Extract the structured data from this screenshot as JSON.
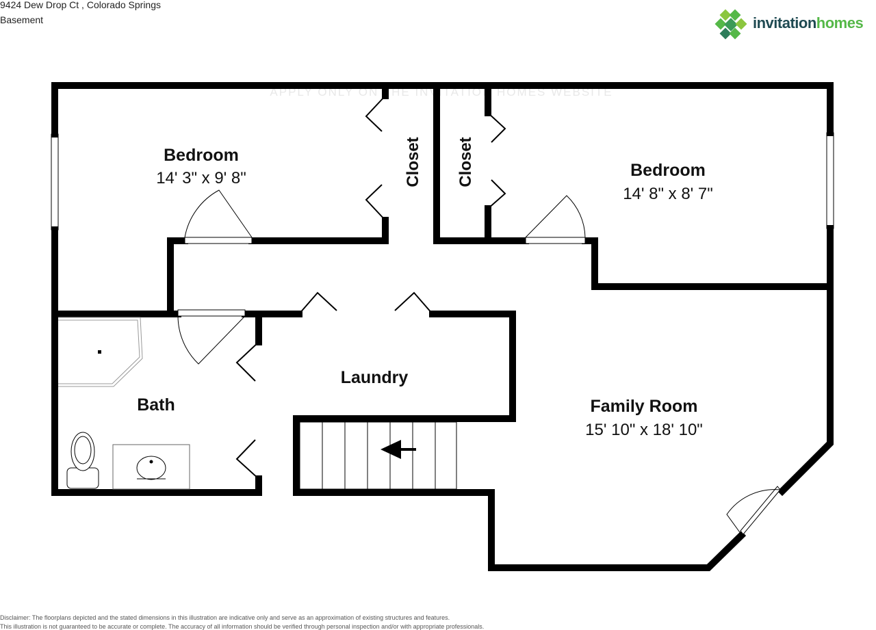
{
  "header": {
    "address": "9424 Dew Drop Ct , Colorado Springs",
    "level": "Basement"
  },
  "logo": {
    "text_part1": "invitation",
    "text_part2": "homes",
    "colors": {
      "dark": "#1f4a52",
      "green": "#55b848",
      "light_green": "#8cc63f"
    }
  },
  "watermark": "APPLY ONLY ON THE INVITATION HOMES WEBSITE",
  "rooms": [
    {
      "name": "Bedroom",
      "dims": "14' 3\" x 9' 8\""
    },
    {
      "name": "Bedroom",
      "dims": "14' 8\" x 8' 7\""
    },
    {
      "name": "Closet",
      "dims": ""
    },
    {
      "name": "Closet",
      "dims": ""
    },
    {
      "name": "Laundry",
      "dims": ""
    },
    {
      "name": "Bath",
      "dims": ""
    },
    {
      "name": "Family Room",
      "dims": "15' 10\" x 18' 10\""
    }
  ],
  "disclaimer": {
    "line1": "Disclaimer: The floorplans depicted and the stated dimensions in this illustration are indicative only and serve as an approximation of existing structures and features.",
    "line2": "This illustration is not guaranteed to be accurate or complete. The accuracy of all information should be verified through personal inspection and/or with appropriate professionals."
  },
  "colors": {
    "wall": "#000000",
    "background": "#ffffff"
  }
}
